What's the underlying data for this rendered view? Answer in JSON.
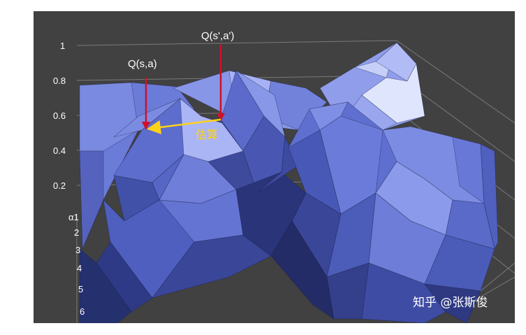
{
  "chart_data": {
    "type": "surface",
    "zlim": [
      0,
      1
    ],
    "z_ticks": [
      "1",
      "0.8",
      "0.6",
      "0.4",
      "0.2"
    ],
    "depth_ticks": [
      "α1",
      "2",
      "3",
      "4",
      "5",
      "6"
    ],
    "grid": true,
    "annotations": {
      "current": "Q(s,a)",
      "next": "Q(s',a')",
      "estimate": "估算"
    }
  },
  "colors": {
    "background": "#414141",
    "surface_light": "#a9b6f5",
    "surface_mid": "#7283e0",
    "surface_dark": "#2e3676",
    "pointer": "#d0102a",
    "estimate": "#ffd21a"
  },
  "watermark": "知乎 @张斯俊"
}
